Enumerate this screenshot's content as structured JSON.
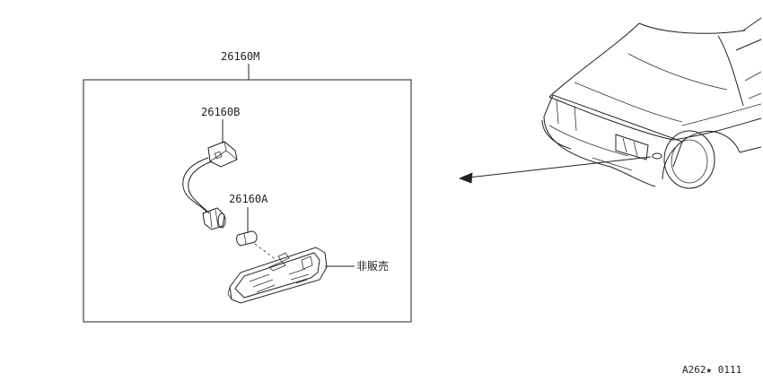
{
  "labels": {
    "assembly": "26160M",
    "socket": "26160B",
    "bulb": "26160A",
    "lens_note": "非販売",
    "ref_code": "A262★ 0111"
  }
}
